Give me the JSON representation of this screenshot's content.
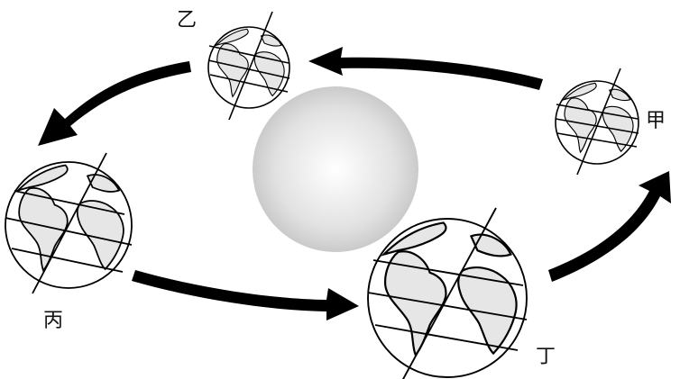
{
  "labels": {
    "jia": "甲",
    "yi": "乙",
    "bing": "丙",
    "ding": "丁"
  },
  "colors": {
    "line": "#000000",
    "land": "#e6e6e6",
    "sun_light": "#ffffff",
    "sun_dark": "#c8c8c8"
  }
}
